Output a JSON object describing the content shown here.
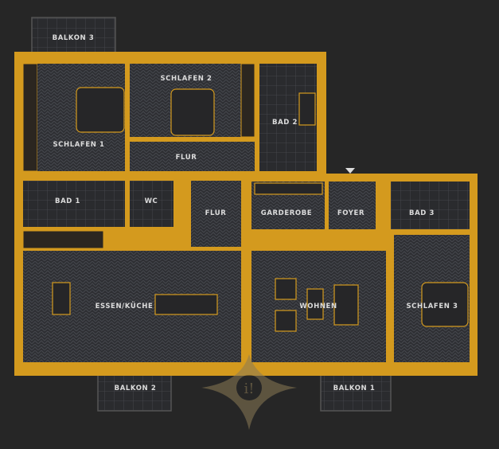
{
  "plan": {
    "colors": {
      "background": "#262626",
      "walls": "#d49a1e",
      "floor": "#2e2f33",
      "label": "#dcdcdc"
    },
    "rooms": {
      "balkon3": "BALKON 3",
      "schlafen2": "SCHLAFEN 2",
      "bad2": "BAD 2",
      "schlafen1": "SCHLAFEN 1",
      "flur_top": "FLUR",
      "bad1": "BAD 1",
      "wc": "WC",
      "flur": "FLUR",
      "garderobe": "GARDEROBE",
      "foyer": "FOYER",
      "bad3": "BAD 3",
      "essen_kueche": "ESSEN/KÜCHE",
      "wohnen": "WOHNEN",
      "schlafen3": "SCHLAFEN 3",
      "balkon2": "BALKON 2",
      "balkon1": "BALKON 1"
    },
    "logo": "i!"
  }
}
